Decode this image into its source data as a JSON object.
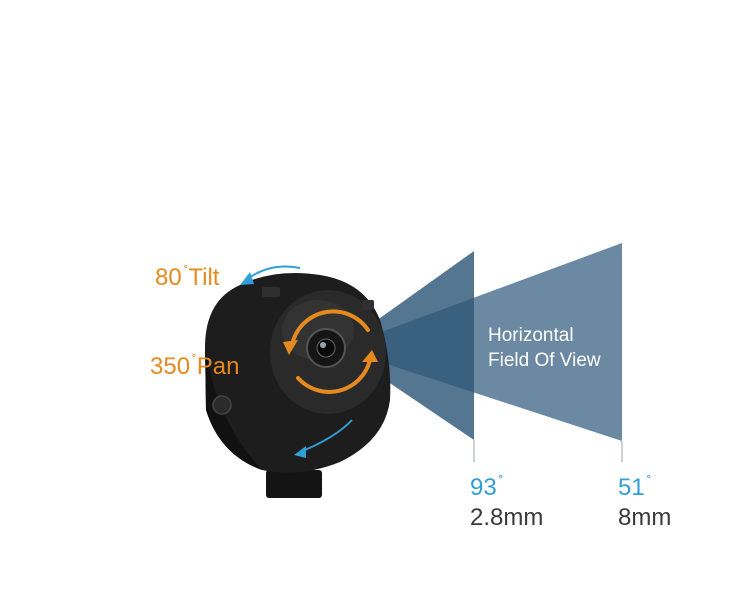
{
  "tilt": {
    "value": "80",
    "unit": "˚",
    "label": "Tilt"
  },
  "pan": {
    "value": "350",
    "unit": "˚",
    "label": "Pan"
  },
  "fov": {
    "line1": "Horizontal",
    "line2": "Field Of View"
  },
  "lens_wide": {
    "angle": "93",
    "unit": "˚",
    "focal": "2.8mm"
  },
  "lens_tele": {
    "angle": "51",
    "unit": "˚",
    "focal": "8mm"
  },
  "colors": {
    "orange": "#e58a1f",
    "blue": "#2f9fd6",
    "fov_wide": "#3e6583",
    "fov_tele": "#5e7f9a",
    "camera": "#1c1c1c"
  }
}
